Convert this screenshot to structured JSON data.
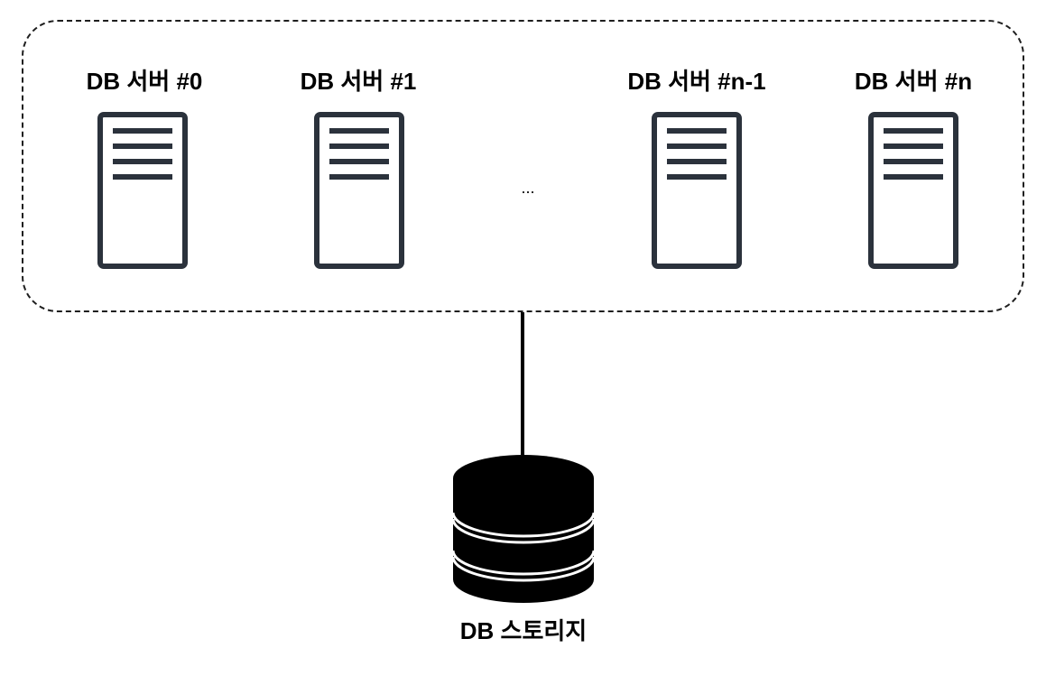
{
  "servers": [
    {
      "label": "DB 서버 #0"
    },
    {
      "label": "DB 서버 #1"
    },
    {
      "label": "DB 서버 #n-1"
    },
    {
      "label": "DB 서버 #n"
    }
  ],
  "ellipsis": "...",
  "storage": {
    "label": "DB 스토리지"
  },
  "colors": {
    "icon_stroke": "#2b323c",
    "storage_fill": "#000000",
    "border": "#1e1e1e"
  },
  "icons": {
    "server": "server-rack-icon",
    "storage": "database-cylinder-icon"
  }
}
